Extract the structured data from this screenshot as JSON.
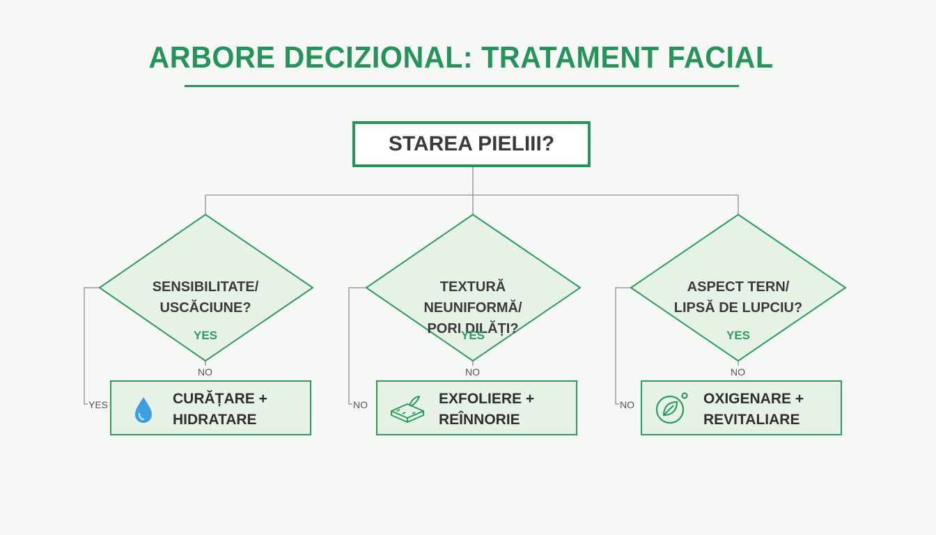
{
  "title": "ARBORE DECIZIONAL: TRATAMENT FACIAL",
  "root": "STAREA PIELIII?",
  "colors": {
    "accent": "#27935a",
    "diamond_fill": "#e6f2e6",
    "leaf_fill": "#e6f2e6",
    "line": "#9a9a9a",
    "water_drop": "#3b9fe0"
  },
  "branches": [
    {
      "question_line1": "SENSIBILITATE/",
      "question_line2": "USCĂCIUNE?",
      "inner_label": "YES",
      "bottom_label": "NO",
      "side_label": "YES",
      "treatment_line1": "CURĂȚARE +",
      "treatment_line2": "HIDRATARE",
      "icon": "water-drop-icon"
    },
    {
      "question_line1": "TEXTURĂ NEUNIFORMĂ/",
      "question_line2": "PORI DILĂȚI?",
      "inner_label": "YES",
      "bottom_label": "NO",
      "side_label": "NO",
      "treatment_line1": "EXFOLIERE +",
      "treatment_line2": "REÎNNORIE",
      "icon": "exfoliation-pad-icon"
    },
    {
      "question_line1": "ASPECT TERN/",
      "question_line2": "LIPSĂ DE LUPCIU?",
      "inner_label": "YES",
      "bottom_label": "NO",
      "side_label": "NO",
      "treatment_line1": "OXIGENARE +",
      "treatment_line2": "REVITALIARE",
      "icon": "leaf-oxygen-icon"
    }
  ]
}
